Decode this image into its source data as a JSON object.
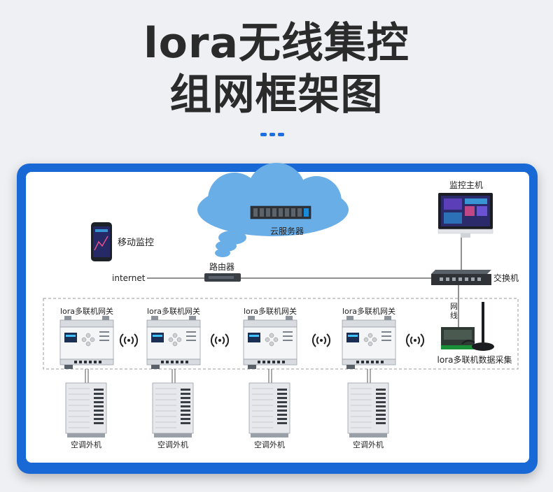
{
  "header": {
    "title_line1": "lora无线集控",
    "title_line2": "组网框架图"
  },
  "diagram": {
    "cloud_label": "云服务器",
    "host_label": "监控主机",
    "mobile_label": "移动监控",
    "internet_label": "internet",
    "router_label": "路由器",
    "switch_label": "交换机",
    "cable_label": "网线",
    "collector_label": "lora多联机数据采集",
    "gateway_label": "lora多联机网关",
    "outdoor_unit_label": "空调外机"
  },
  "colors": {
    "accent": "#1869d6",
    "cloud": "#6aaee8",
    "title": "#2b2b2b"
  }
}
